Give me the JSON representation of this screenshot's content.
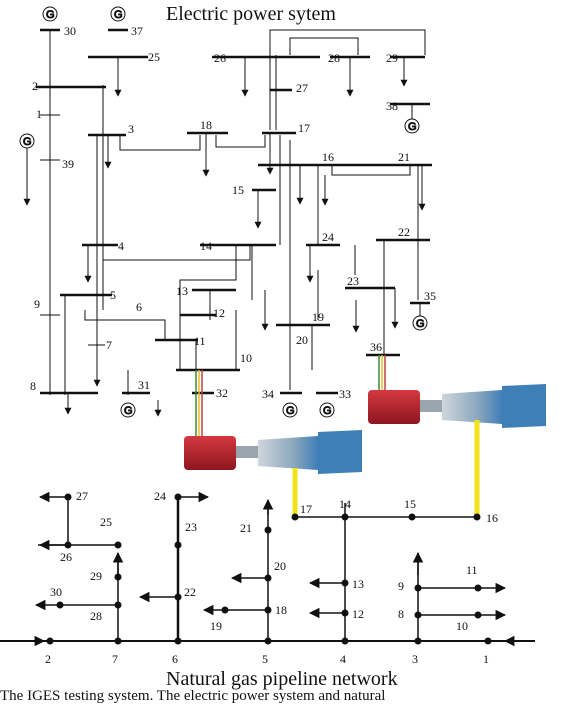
{
  "electric": {
    "title": "Electric power sytem",
    "buses": {
      "b1": "1",
      "b2": "2",
      "b3": "3",
      "b4": "4",
      "b5": "5",
      "b6": "6",
      "b7": "7",
      "b8": "8",
      "b9": "9",
      "b10": "10",
      "b11": "11",
      "b12": "12",
      "b13": "13",
      "b14": "14",
      "b15": "15",
      "b16": "16",
      "b17": "17",
      "b18": "18",
      "b19": "19",
      "b20": "20",
      "b21": "21",
      "b22": "22",
      "b23": "23",
      "b24": "24",
      "b25": "25",
      "b26": "26",
      "b27": "27",
      "b28": "28",
      "b29": "29",
      "b30": "30",
      "b31": "31",
      "b32": "32",
      "b33": "33",
      "b34": "34",
      "b35": "35",
      "b36": "36",
      "b37": "37",
      "b38": "38",
      "b39": "39"
    },
    "generator_symbol": "G"
  },
  "gas": {
    "title": "Natural gas pipeline network",
    "nodes": {
      "n1": "1",
      "n2": "2",
      "n3": "3",
      "n4": "4",
      "n5": "5",
      "n6": "6",
      "n7": "7",
      "n8": "8",
      "n9": "9",
      "n10": "10",
      "n11": "11",
      "n12": "12",
      "n13": "13",
      "n14": "14",
      "n15": "15",
      "n16": "16",
      "n17": "17",
      "n18": "18",
      "n19": "19",
      "n20": "20",
      "n21": "21",
      "n22": "22",
      "n23": "23",
      "n24": "24",
      "n25": "25",
      "n26": "26",
      "n27": "27",
      "n28": "28",
      "n29": "29",
      "n30": "30"
    }
  },
  "caption": "The IGES testing system. The electric power system and natural",
  "colors": {
    "coupling": "#f2e21a",
    "generator_body": "#b8202a",
    "turbine": "#4a90c8"
  }
}
